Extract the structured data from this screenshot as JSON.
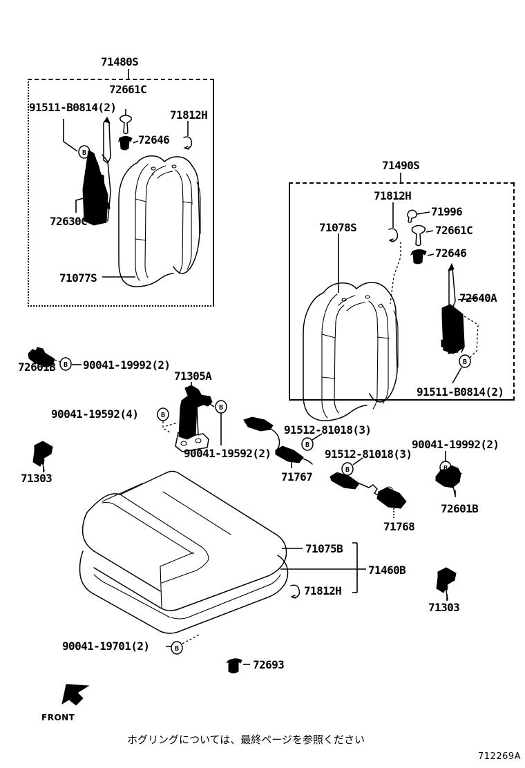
{
  "diagram": {
    "footer_code": "712269A",
    "note_jp": "ホグリングについては、最終ページを参照ください",
    "front_label": "FRONT"
  },
  "panels": {
    "left": {
      "title": "71480S"
    },
    "right": {
      "title": "71490S"
    }
  },
  "labels": {
    "left_panel": [
      {
        "id": "l1",
        "text": "72661C"
      },
      {
        "id": "l2",
        "text": "91511-B0814(2)"
      },
      {
        "id": "l3",
        "text": "71812H"
      },
      {
        "id": "l4",
        "text": "72646"
      },
      {
        "id": "l5",
        "text": "72630C"
      },
      {
        "id": "l6",
        "text": "71077S"
      }
    ],
    "right_panel": [
      {
        "id": "r1",
        "text": "71812H"
      },
      {
        "id": "r2",
        "text": "71996"
      },
      {
        "id": "r3",
        "text": "72661C"
      },
      {
        "id": "r4",
        "text": "71078S"
      },
      {
        "id": "r5",
        "text": "72646"
      },
      {
        "id": "r6",
        "text": "72640A"
      },
      {
        "id": "r7",
        "text": "91511-B0814(2)"
      }
    ],
    "middle": [
      {
        "id": "m1",
        "text": "72601B"
      },
      {
        "id": "m2",
        "text": "90041-19992(2)"
      },
      {
        "id": "m3",
        "text": "71305A"
      },
      {
        "id": "m4",
        "text": "90041-19592(4)"
      },
      {
        "id": "m5",
        "text": "90041-19592(2)"
      },
      {
        "id": "m6",
        "text": "91512-81018(3)"
      },
      {
        "id": "m7",
        "text": "91512-81018(3)"
      },
      {
        "id": "m8",
        "text": "90041-19992(2)"
      },
      {
        "id": "m9",
        "text": "71303"
      },
      {
        "id": "m10",
        "text": "71767"
      },
      {
        "id": "m11",
        "text": "71768"
      },
      {
        "id": "m12",
        "text": "72601B"
      }
    ],
    "bottom": [
      {
        "id": "b1",
        "text": "71075B"
      },
      {
        "id": "b2",
        "text": "71460B"
      },
      {
        "id": "b3",
        "text": "71812H"
      },
      {
        "id": "b4",
        "text": "71303"
      },
      {
        "id": "b5",
        "text": "90041-19701(2)"
      },
      {
        "id": "b6",
        "text": "72693"
      }
    ]
  },
  "bolt_marks": {
    "glyph": "B"
  }
}
